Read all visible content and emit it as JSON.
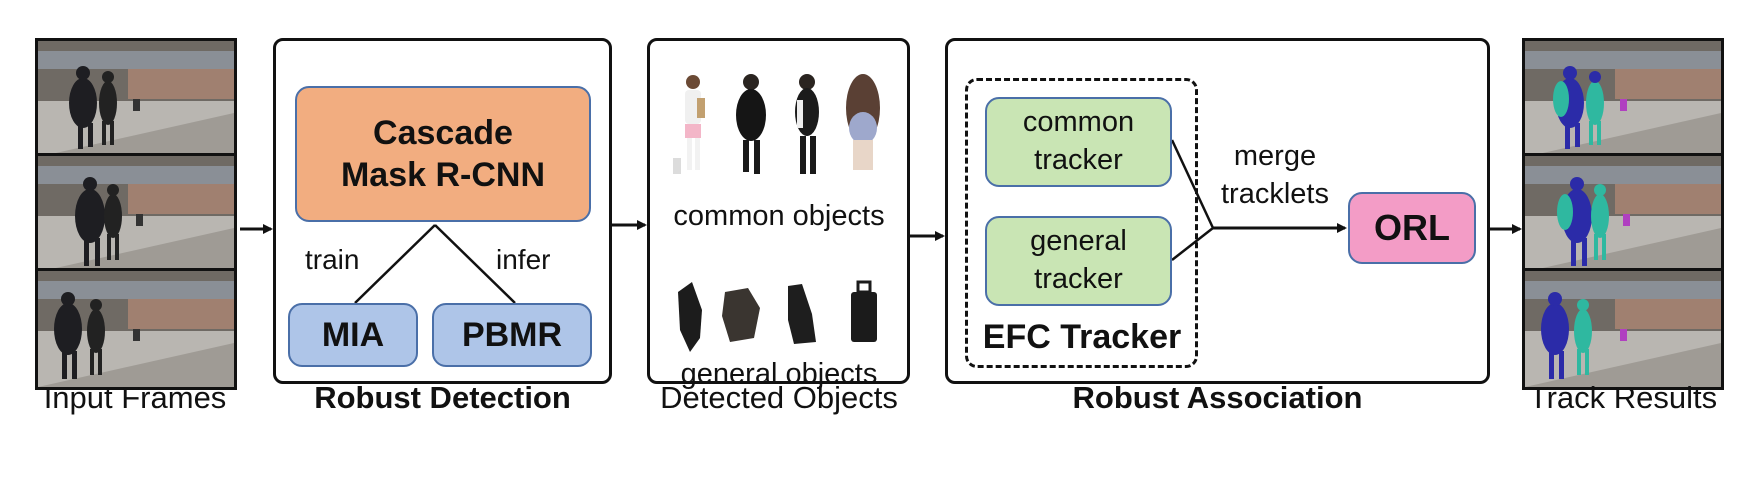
{
  "input": {
    "caption": "Input Frames"
  },
  "detection": {
    "model_label": "Cascade\nMask R-CNN",
    "train_label": "train",
    "infer_label": "infer",
    "mia_label": "MIA",
    "pbmr_label": "PBMR",
    "caption": "Robust Detection"
  },
  "detected": {
    "common_label": "common objects",
    "general_label": "general objects",
    "caption": "Detected Objects"
  },
  "association": {
    "common_tracker_label": "common\ntracker",
    "general_tracker_label": "general\ntracker",
    "efc_label": "EFC Tracker",
    "merge_label": "merge\ntracklets",
    "orl_label": "ORL",
    "caption": "Robust Association"
  },
  "output": {
    "caption": "Track Results"
  },
  "colors": {
    "model_fill": "#f2ad80",
    "mia_pbmr_fill": "#aec5e8",
    "tracker_fill": "#c9e5b4",
    "orl_fill": "#f39cc6",
    "track_blue": "#2b2ba8",
    "track_teal": "#2fb8a0"
  }
}
